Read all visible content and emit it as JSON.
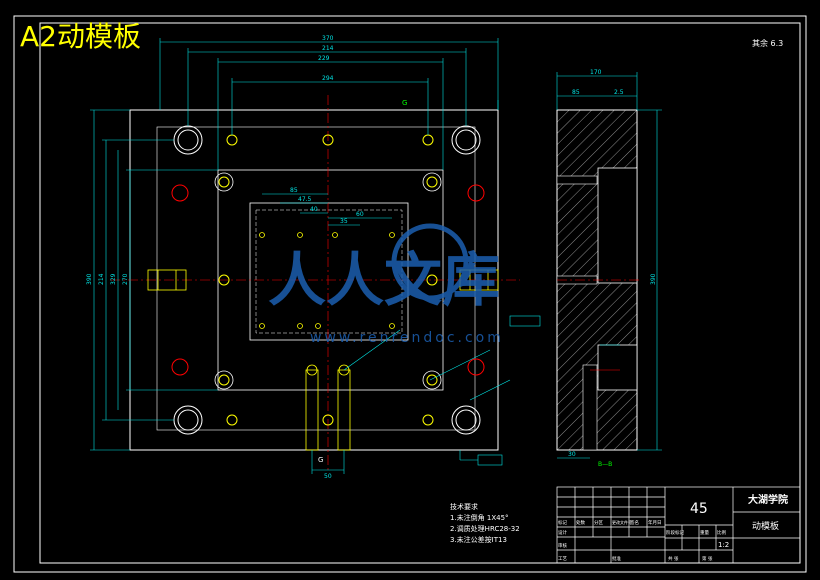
{
  "header": {
    "title": "A2动模板"
  },
  "watermark": {
    "line1": "人人文库",
    "line2": "www.renrendoc.com"
  },
  "corner_note": "其余 6.3",
  "front_view": {
    "dims_top": [
      "370",
      "214",
      "229",
      "294"
    ],
    "dims_left": [
      "390",
      "214",
      "329",
      "270"
    ],
    "dims_inner": [
      "85",
      "47.5",
      "40",
      "35",
      "60"
    ],
    "dims_bottom": [
      "50"
    ],
    "markers": [
      "G",
      "G"
    ]
  },
  "section_view": {
    "dims_top": [
      "170",
      "85",
      "2.5"
    ],
    "dims_right": [
      "390"
    ],
    "dims_bottom": [
      "30"
    ],
    "label": "B—B"
  },
  "notes": {
    "title": "技术要求",
    "items": [
      "1.未注倒角 1X45°",
      "2.调质处理HRC28-32",
      "3.未注公差按IT13"
    ]
  },
  "title_block": {
    "material": "45",
    "school": "大湖学院",
    "part_name": "动模板",
    "scale": "1:2",
    "labels": [
      "标记",
      "处数",
      "分区",
      "更改文件号",
      "签名",
      "年月日",
      "设计",
      "审核",
      "工艺",
      "批准",
      "阶段标记",
      "重量",
      "比例",
      "共 张",
      "第 张"
    ]
  },
  "colors": {
    "background": "#000000",
    "outline": "#ffffff",
    "dimension": "#00e5e5",
    "center": "#ff0000",
    "highlight": "#ffff00",
    "watermark": "#1c5fb0"
  }
}
